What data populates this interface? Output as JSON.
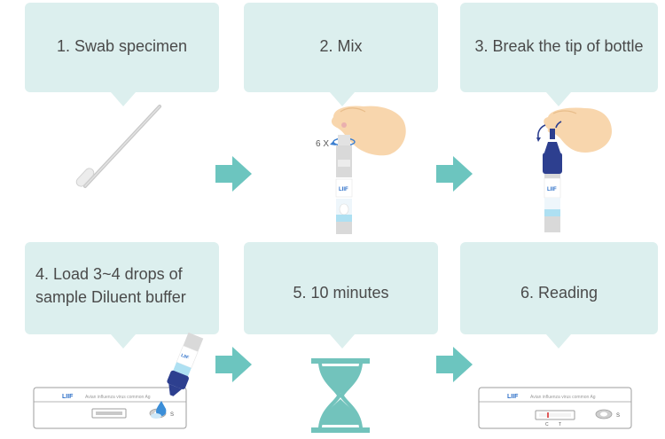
{
  "steps": [
    {
      "label": "1. Swab specimen"
    },
    {
      "label": "2. Mix"
    },
    {
      "label": "3. Break the tip of bottle"
    },
    {
      "label_line1": "4. Load 3~4 drops of",
      "label_line2": "sample Diluent buffer"
    },
    {
      "label": "5. 10 minutes"
    },
    {
      "label": "6. Reading"
    }
  ],
  "mix_count": "6 X",
  "brand": "LIIF",
  "device_text": "Avian influenza virus common Ag",
  "sample_mark": "S",
  "control_mark": "C",
  "test_mark": "T",
  "colors": {
    "bubble": "#dcefee",
    "arrow": "#6cc5bf",
    "hourglass": "#72c3bc",
    "cap_blue": "#2d3f8f",
    "skin": "#f8d6ad"
  }
}
